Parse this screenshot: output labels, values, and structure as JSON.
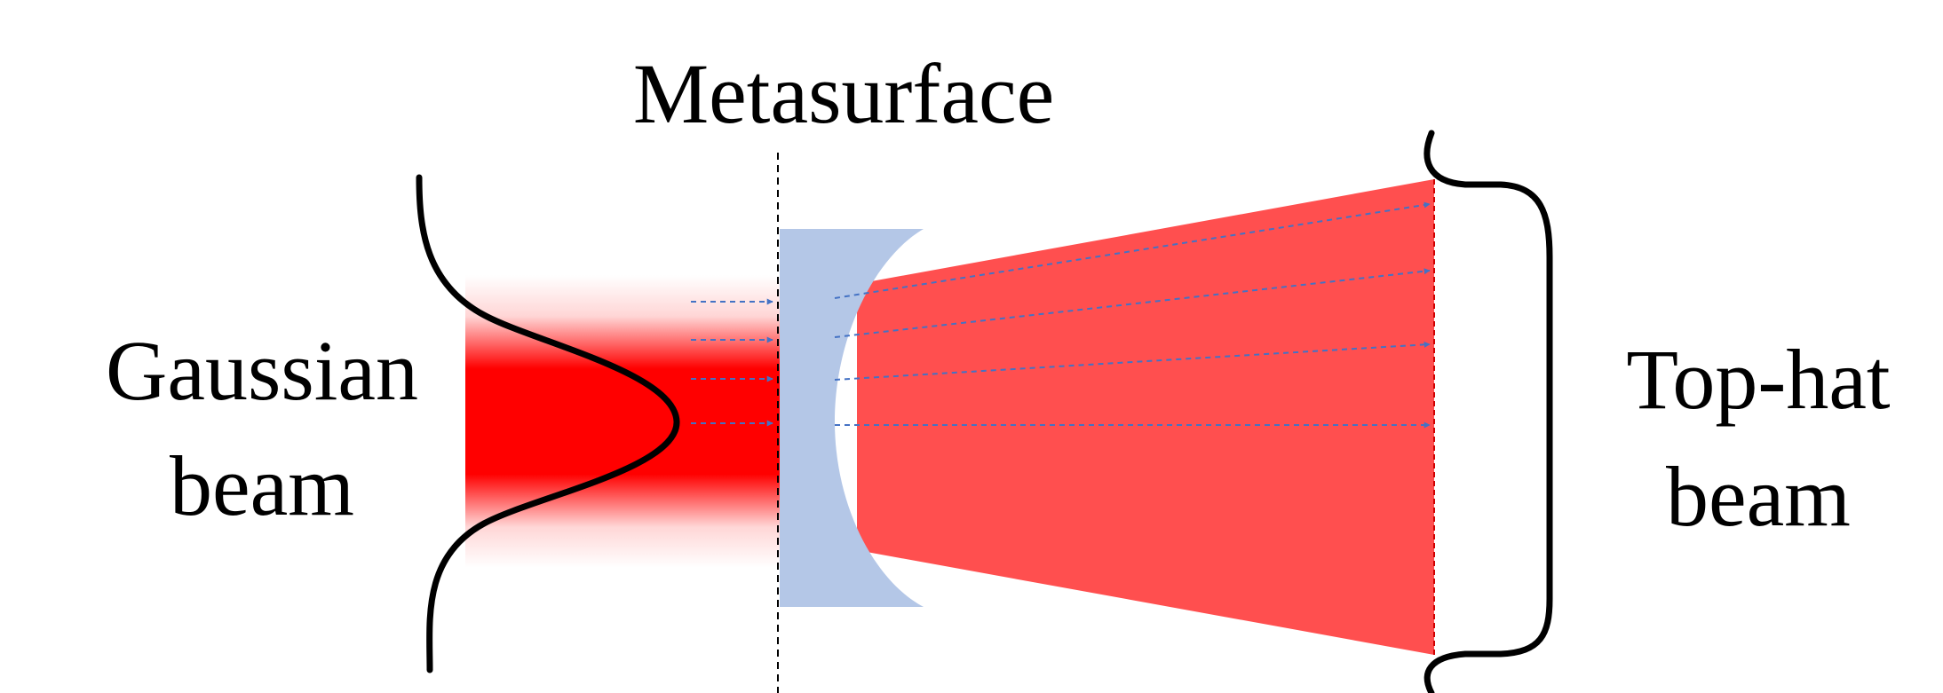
{
  "labels": {
    "metasurface": "Metasurface",
    "input_beam_line1": "Gaussian",
    "input_beam_line2": "beam",
    "output_beam_line1": "Top-hat",
    "output_beam_line2": "beam"
  },
  "colors": {
    "gaussian_core": "#ff0000",
    "output_beam": "#ff4f4f",
    "metasurface": "#b4c7e7",
    "ray": "#4472c4",
    "outline": "#000000"
  }
}
